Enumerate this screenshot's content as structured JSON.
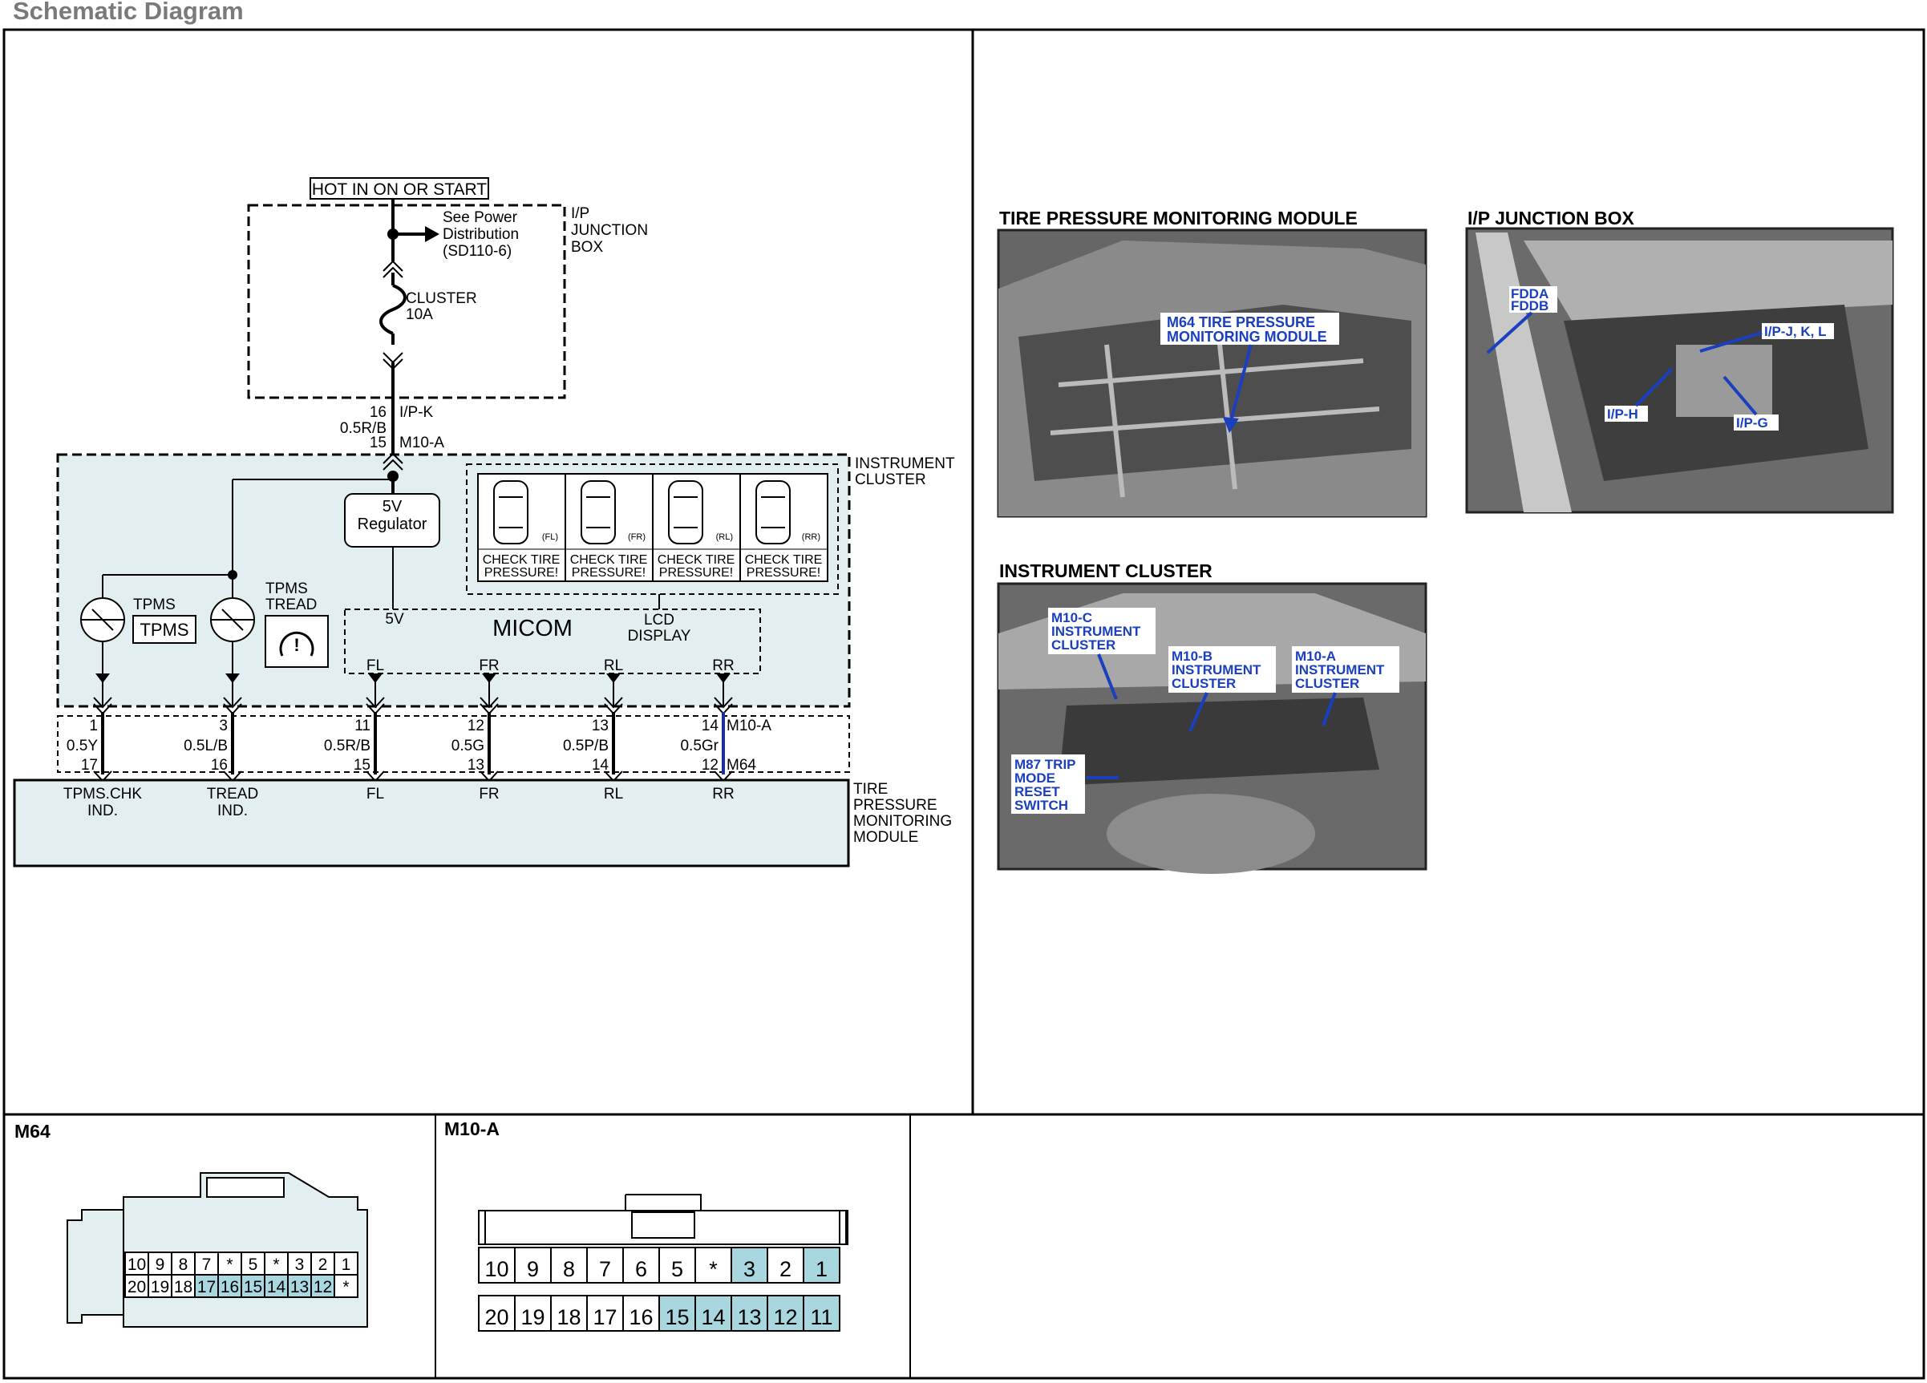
{
  "page_title": "Schematic Diagram",
  "power": {
    "source_label": "HOT IN ON OR START",
    "see_power_1": "See Power",
    "see_power_2": "Distribution",
    "see_power_3": "(SD110-6)",
    "ipjb_1": "I/P",
    "ipjb_2": "JUNCTION",
    "ipjb_3": "BOX",
    "fuse_name": "CLUSTER",
    "fuse_rating": "10A",
    "pin_top": "16",
    "conn_top": "I/P-K",
    "wire_top": "0.5R/B",
    "pin_bottom": "15",
    "conn_bottom": "M10-A"
  },
  "cluster": {
    "name_1": "INSTRUMENT",
    "name_2": "CLUSTER",
    "regulator_1": "5V",
    "regulator_2": "Regulator",
    "micom": "MICOM",
    "micom_5v": "5V",
    "lcd_1": "LCD",
    "lcd_2": "DISPLAY",
    "tpms_label": "TPMS",
    "tpms_box": "TPMS",
    "tread_1": "TPMS",
    "tread_2": "TREAD",
    "lcd_panels": [
      {
        "pos": "(FL)",
        "msg1": "CHECK TIRE",
        "msg2": "PRESSURE!"
      },
      {
        "pos": "(FR)",
        "msg1": "CHECK TIRE",
        "msg2": "PRESSURE!"
      },
      {
        "pos": "(RL)",
        "msg1": "CHECK TIRE",
        "msg2": "PRESSURE!"
      },
      {
        "pos": "(RR)",
        "msg1": "CHECK TIRE",
        "msg2": "PRESSURE!"
      }
    ],
    "micom_pins": [
      "FL",
      "FR",
      "RL",
      "RR"
    ]
  },
  "wires": [
    {
      "pin_top": "1",
      "color": "0.5Y",
      "pin_bottom": "17"
    },
    {
      "pin_top": "3",
      "color": "0.5L/B",
      "pin_bottom": "16"
    },
    {
      "pin_top": "11",
      "color": "0.5R/B",
      "pin_bottom": "15"
    },
    {
      "pin_top": "12",
      "color": "0.5G",
      "pin_bottom": "13"
    },
    {
      "pin_top": "13",
      "color": "0.5P/B",
      "pin_bottom": "14"
    },
    {
      "pin_top": "14",
      "color": "0.5Gr",
      "pin_bottom": "12"
    }
  ],
  "wire_conn_top": "M10-A",
  "wire_conn_bottom": "M64",
  "module": {
    "name_1": "TIRE",
    "name_2": "PRESSURE",
    "name_3": "MONITORING",
    "name_4": "MODULE",
    "terminals": [
      {
        "l1": "TPMS.CHK",
        "l2": "IND."
      },
      {
        "l1": "TREAD",
        "l2": "IND."
      },
      {
        "l1": "FL",
        "l2": ""
      },
      {
        "l1": "FR",
        "l2": ""
      },
      {
        "l1": "RL",
        "l2": ""
      },
      {
        "l1": "RR",
        "l2": ""
      }
    ]
  },
  "photos": {
    "tpmm_title": "TIRE PRESSURE MONITORING MODULE",
    "tpmm_callout_1": "M64 TIRE PRESSURE",
    "tpmm_callout_2": "MONITORING MODULE",
    "ipjb_title": "I/P JUNCTION BOX",
    "ipjb_c1": "FDDA",
    "ipjb_c2": "FDDB",
    "ipjb_c3": "I/P-J, K, L",
    "ipjb_c4": "I/P-H",
    "ipjb_c5": "I/P-G",
    "ic_title": "INSTRUMENT CLUSTER",
    "ic_c_1": "M10-C",
    "ic_c_2": "INSTRUMENT",
    "ic_c_3": "CLUSTER",
    "ic_b_1": "M10-B",
    "ic_b_2": "INSTRUMENT",
    "ic_b_3": "CLUSTER",
    "ic_a_1": "M10-A",
    "ic_a_2": "INSTRUMENT",
    "ic_a_3": "CLUSTER",
    "ic_m87_1": "M87 TRIP",
    "ic_m87_2": "MODE",
    "ic_m87_3": "RESET",
    "ic_m87_4": "SWITCH"
  },
  "connectors": {
    "m64_label": "M64",
    "m64_row1": [
      "10",
      "9",
      "8",
      "7",
      "*",
      "5",
      "*",
      "3",
      "2",
      "1"
    ],
    "m64_row2": [
      "20",
      "19",
      "18",
      "17",
      "16",
      "15",
      "14",
      "13",
      "12",
      "*"
    ],
    "m64_used": [
      "17",
      "16",
      "15",
      "14",
      "13",
      "12"
    ],
    "m10a_label": "M10-A",
    "m10a_row1": [
      "10",
      "9",
      "8",
      "7",
      "6",
      "5",
      "*",
      "3",
      "2",
      "1"
    ],
    "m10a_row2": [
      "20",
      "19",
      "18",
      "17",
      "16",
      "15",
      "14",
      "13",
      "12",
      "11"
    ],
    "m10a_used": [
      "3",
      "1",
      "15",
      "14",
      "13",
      "12",
      "11"
    ],
    "used_color": "#a9d7df",
    "bg_color": "#e2eef0"
  }
}
